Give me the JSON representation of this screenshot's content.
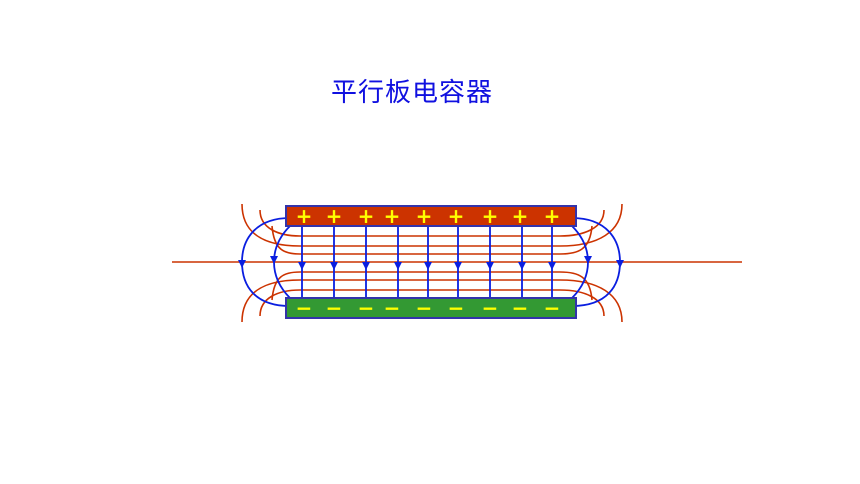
{
  "title": "平行板电容器",
  "top_plate": {
    "charge_sign": "+",
    "count": 9,
    "color": "#cc3300"
  },
  "bottom_plate": {
    "charge_sign": "−",
    "count": 9,
    "color": "#339933"
  },
  "colors": {
    "field_line": "#0a1ee0",
    "equipotential": "#cc3300",
    "plate_border": "#3333aa",
    "charge_symbol": "#ffff00"
  }
}
